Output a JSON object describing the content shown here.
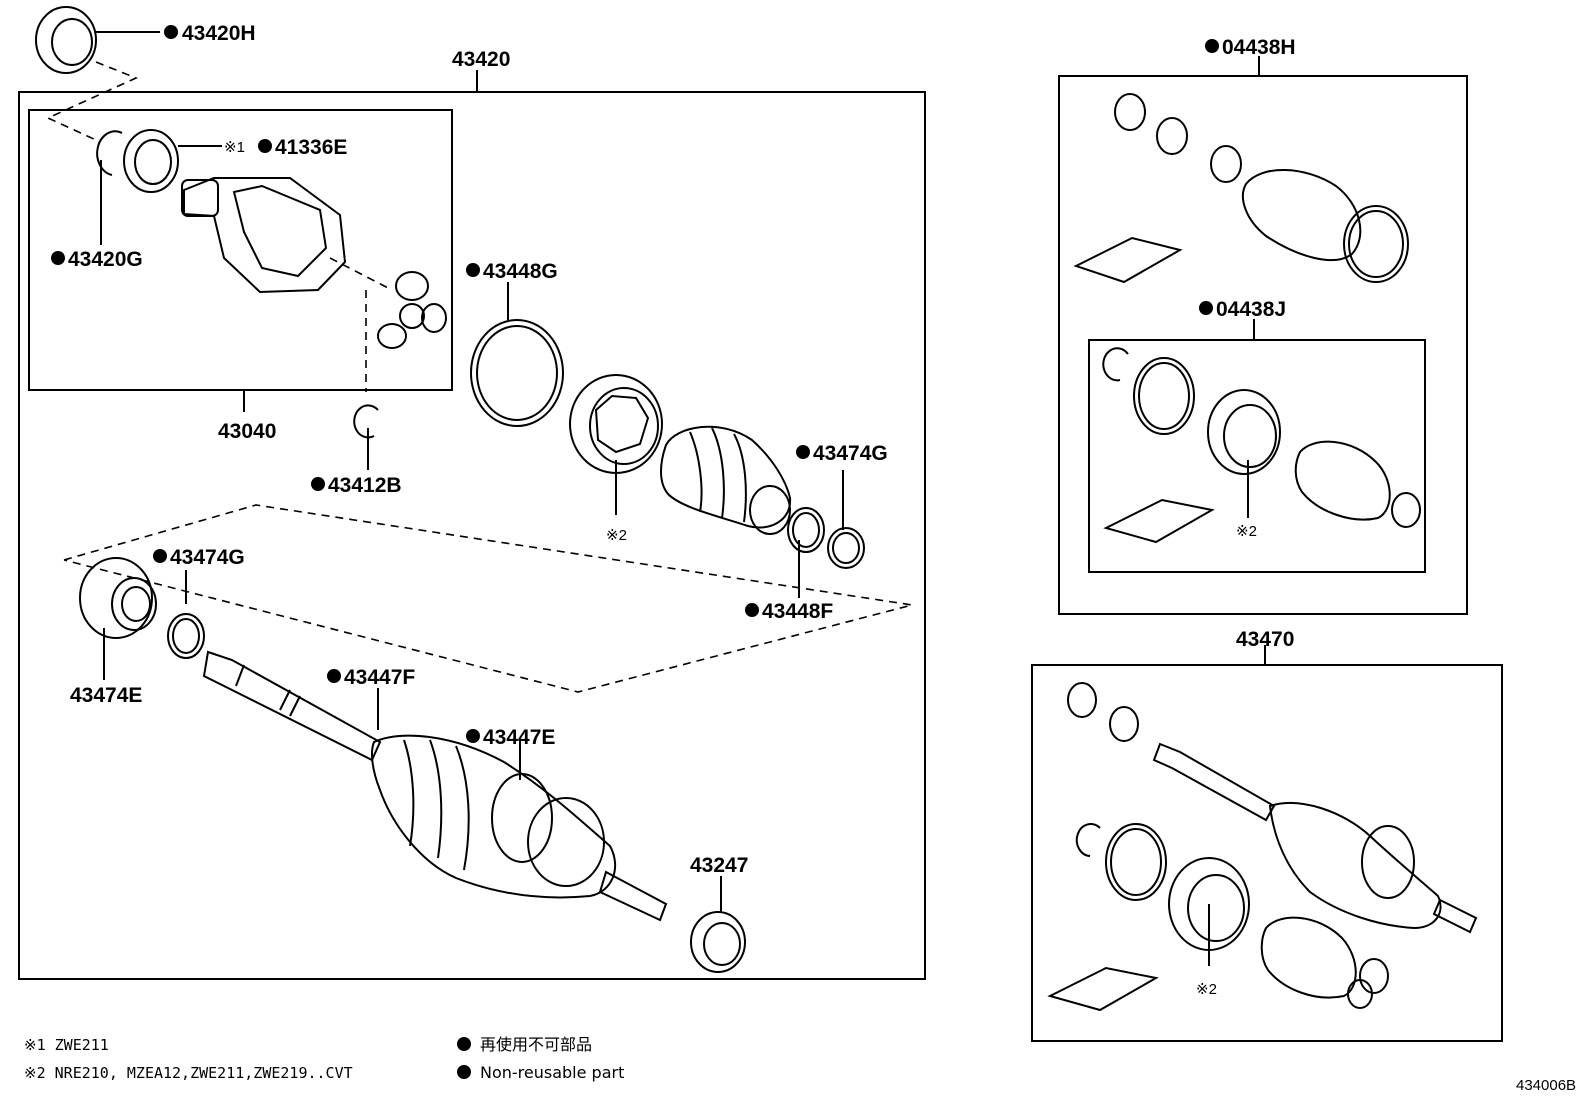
{
  "labels": {
    "p43420H": "43420H",
    "p43420": "43420",
    "p41336E": "41336E",
    "mark1": "※1",
    "p43420G": "43420G",
    "p43040": "43040",
    "p43412B": "43412B",
    "p43448G": "43448G",
    "mark2_main": "※2",
    "p43474G_upper": "43474G",
    "p43448F": "43448F",
    "p43474G_lower": "43474G",
    "p43474E": "43474E",
    "p43447F": "43447F",
    "p43447E": "43447E",
    "p43247": "43247",
    "p04438H": "04438H",
    "p04438J": "04438J",
    "mark2_kit": "※2",
    "p43470": "43470",
    "mark2_assy": "※2"
  },
  "notes": {
    "note1": "※1 ZWE211",
    "note2": "※2 NRE210, MZEA12,ZWE211,ZWE219..CVT"
  },
  "legend": {
    "jp": "再使用不可部品",
    "en": "Non-reusable part"
  },
  "figure_id": "434006B"
}
